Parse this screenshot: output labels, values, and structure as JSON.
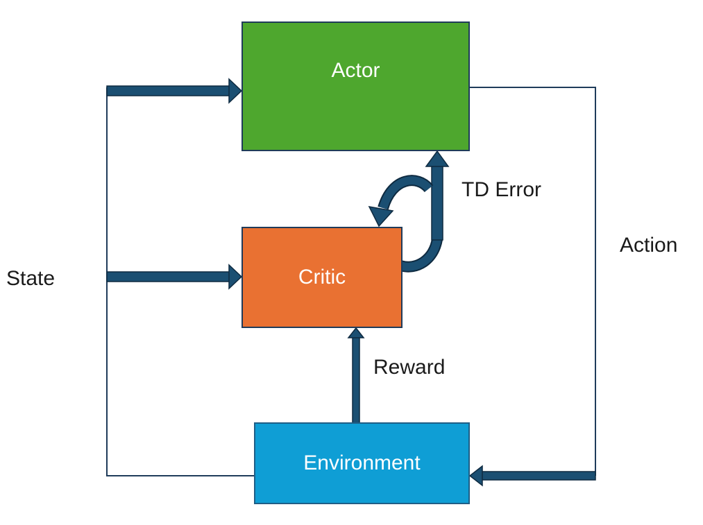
{
  "nodes": {
    "actor": "Actor",
    "critic": "Critic",
    "environment": "Environment"
  },
  "edge_labels": {
    "state": "State",
    "action": "Action",
    "td_error": "TD Error",
    "reward": "Reward"
  },
  "colors": {
    "actor": "#4ea72e",
    "critic": "#e97132",
    "environment": "#0f9ed5",
    "arrow": "#1b4f72",
    "line": "#1f3b5a"
  }
}
